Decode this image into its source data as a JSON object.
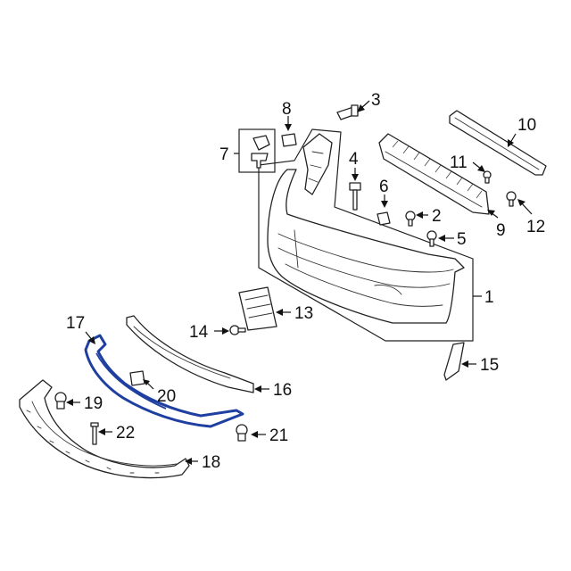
{
  "diagram": {
    "callouts": [
      {
        "id": "c1",
        "label": "1"
      },
      {
        "id": "c2",
        "label": "2"
      },
      {
        "id": "c3",
        "label": "3"
      },
      {
        "id": "c4",
        "label": "4"
      },
      {
        "id": "c5",
        "label": "5"
      },
      {
        "id": "c6",
        "label": "6"
      },
      {
        "id": "c7",
        "label": "7"
      },
      {
        "id": "c8",
        "label": "8"
      },
      {
        "id": "c9",
        "label": "9"
      },
      {
        "id": "c10",
        "label": "10"
      },
      {
        "id": "c11",
        "label": "11"
      },
      {
        "id": "c12",
        "label": "12"
      },
      {
        "id": "c13",
        "label": "13"
      },
      {
        "id": "c14",
        "label": "14"
      },
      {
        "id": "c15",
        "label": "15"
      },
      {
        "id": "c16",
        "label": "16"
      },
      {
        "id": "c17",
        "label": "17"
      },
      {
        "id": "c18",
        "label": "18"
      },
      {
        "id": "c19",
        "label": "19"
      },
      {
        "id": "c20",
        "label": "20"
      },
      {
        "id": "c21",
        "label": "21"
      },
      {
        "id": "c22",
        "label": "22"
      }
    ],
    "colors": {
      "highlighted_part": "#1f3fa0",
      "line": "#222222",
      "background": "#ffffff"
    },
    "highlighted_part_callout": "17"
  }
}
